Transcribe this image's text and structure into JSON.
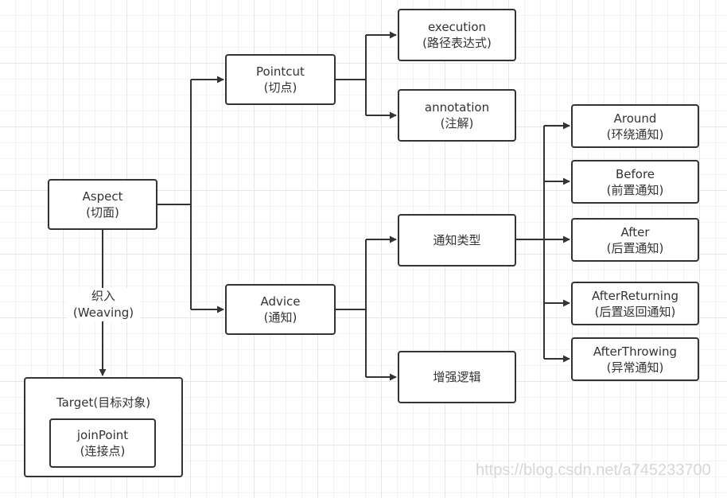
{
  "nodes": {
    "aspect": {
      "name": "Aspect",
      "note": "(切面)"
    },
    "pointcut": {
      "name": "Pointcut",
      "note": "(切点)"
    },
    "execution": {
      "name": "execution",
      "note": "(路径表达式)"
    },
    "annotation": {
      "name": "annotation",
      "note": "(注解)"
    },
    "advice": {
      "name": "Advice",
      "note": "(通知)"
    },
    "advice_types": {
      "name": "通知类型"
    },
    "enhance_logic": {
      "name": "增强逻辑"
    },
    "around": {
      "name": "Around",
      "note": "(环绕通知)"
    },
    "before": {
      "name": "Before",
      "note": "(前置通知)"
    },
    "after": {
      "name": "After",
      "note": "(后置通知)"
    },
    "after_returning": {
      "name": "AfterReturning",
      "note": "(后置返回通知)"
    },
    "after_throwing": {
      "name": "AfterThrowing",
      "note": "(异常通知)"
    },
    "target": {
      "name": "Target(目标对象)"
    },
    "join_point": {
      "name": "joinPoint",
      "note": "(连接点)"
    }
  },
  "weaving_edge": {
    "line1": "织入",
    "line2": "(Weaving)"
  },
  "watermark": "https://blog.csdn.net/a745233700",
  "colors": {
    "stroke": "#333333",
    "grid": "#e6e6e6",
    "watermark": "#d7d7d7"
  }
}
